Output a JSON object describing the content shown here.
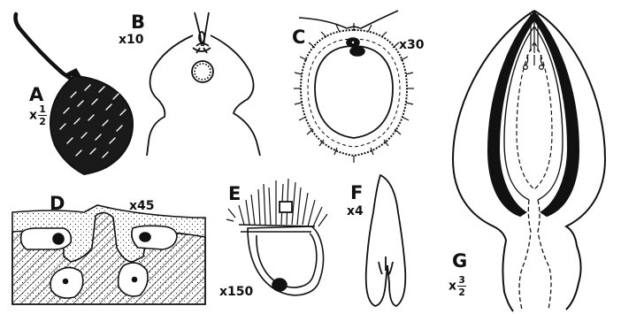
{
  "figure": {
    "panels": [
      {
        "id": "A",
        "letter": "A",
        "scale_prefix": "x",
        "scale_num": "1",
        "scale_den": "2"
      },
      {
        "id": "B",
        "letter": "B",
        "scale": "x10"
      },
      {
        "id": "C",
        "letter": "C",
        "scale": "x30"
      },
      {
        "id": "D",
        "letter": "D",
        "scale": "x45"
      },
      {
        "id": "E",
        "letter": "E",
        "scale": "x150"
      },
      {
        "id": "F",
        "letter": "F",
        "scale": "x4"
      },
      {
        "id": "G",
        "letter": "G",
        "scale_prefix": "x",
        "scale_num": "3",
        "scale_den": "2"
      }
    ],
    "colors": {
      "ink": "#111111",
      "paper": "#ffffff"
    }
  }
}
